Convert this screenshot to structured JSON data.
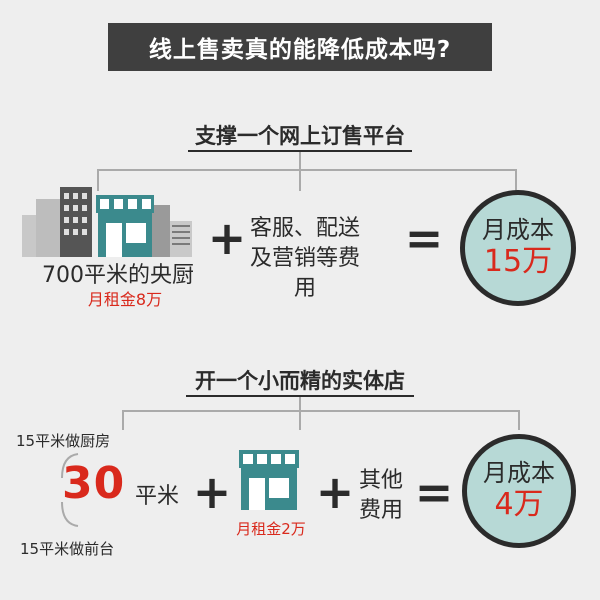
{
  "title": "线上售卖真的能降低成本吗?",
  "section1": {
    "heading": "支撑一个网上订售平台",
    "kitchen_label": "700平米的央厨",
    "kitchen_rent": "月租金8万",
    "plus": "+",
    "service_line1": "客服、配送",
    "service_line2": "及营销等费用",
    "equals": "=",
    "result_label": "月成本",
    "result_value": "15万"
  },
  "section2": {
    "heading": "开一个小而精的实体店",
    "kitchen_part": "15平米做厨房",
    "front_part": "15平米做前台",
    "area_number": "30",
    "area_unit": "平米",
    "plus1": "+",
    "store_rent": "月租金2万",
    "plus2": "+",
    "other_line1": "其他",
    "other_line2": "费用",
    "equals": "=",
    "result_label": "月成本",
    "result_value": "4万"
  },
  "colors": {
    "accent_red": "#d9291c",
    "teal": "#3b8a8d",
    "circle_fill": "#b7d9d6",
    "dark": "#2b2b2b"
  }
}
